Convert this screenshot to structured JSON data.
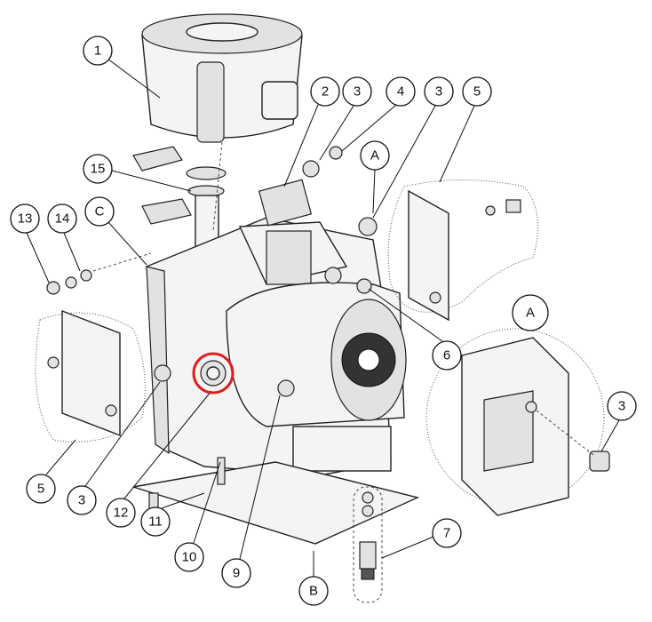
{
  "diagram": {
    "callouts": [
      {
        "label": "1",
        "target": "filter-housing"
      },
      {
        "label": "2",
        "target": "flange"
      },
      {
        "label": "3",
        "target": "fitting"
      },
      {
        "label": "4",
        "target": "nut"
      },
      {
        "label": "3",
        "target": "fitting"
      },
      {
        "label": "5",
        "target": "bracket"
      },
      {
        "label": "A",
        "target": "detail-a-ref"
      },
      {
        "label": "15",
        "target": "inlet-pipe"
      },
      {
        "label": "C",
        "target": "housing"
      },
      {
        "label": "14",
        "target": "washer"
      },
      {
        "label": "13",
        "target": "plug"
      },
      {
        "label": "A",
        "target": "detail-a"
      },
      {
        "label": "6",
        "target": "seal-ring"
      },
      {
        "label": "3",
        "target": "fitting"
      },
      {
        "label": "5",
        "target": "bracket"
      },
      {
        "label": "3",
        "target": "fitting"
      },
      {
        "label": "12",
        "target": "valve"
      },
      {
        "label": "11",
        "target": "base-plate"
      },
      {
        "label": "10",
        "target": "bolt"
      },
      {
        "label": "9",
        "target": "connector"
      },
      {
        "label": "7",
        "target": "vibration-mount"
      },
      {
        "label": "B",
        "target": "base"
      }
    ],
    "highlight_color": "#e02020"
  }
}
